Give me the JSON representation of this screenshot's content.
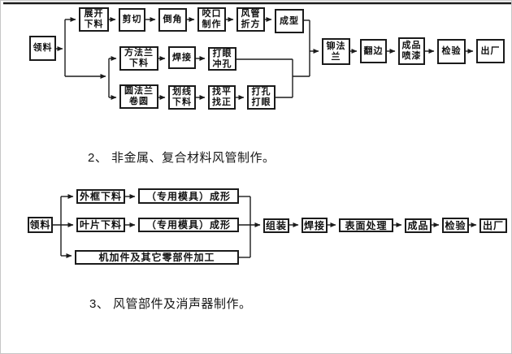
{
  "titles": {
    "section2": "2、 非金属、复合材料风管制作。",
    "section3": "3、 风管部件及消声器制作。"
  },
  "flow1": {
    "boxes": {
      "lingliao": "领料",
      "zhankai_xialiao": "展开\n下料",
      "jianqie": "剪切",
      "daojiao": "倒角",
      "yaokou_zhizuo": "咬口\n制作",
      "fengguan_zhefang": "风管\n折方",
      "chengxing": "成型",
      "fangfalan_xialiao": "方法兰\n下料",
      "hanjie": "焊接",
      "dayan_chongkong": "打眼\n冲孔",
      "yuanfalan_juanyuan": "圆法兰\n卷圆",
      "huaxian_xialiao": "划线\n下料",
      "zhaoping_zhaozheng": "找平\n找正",
      "dakong_dayan": "打孔\n打眼",
      "maofalan": "铆法\n兰",
      "fanbian": "翻边",
      "chengpin_penqi": "成品\n喷漆",
      "jianyan": "检验",
      "chuchang": "出厂"
    }
  },
  "flow2": {
    "boxes": {
      "lingliao": "领料",
      "waikuang_xialiao": "外框下料",
      "zhuanyong_muju_1": "（专用模具）成形",
      "yepian_xialiao": "叶片下料",
      "zhuanyong_muju_2": "（专用模具）成形",
      "jijiajian": "机加件及其它零部件加工",
      "zuzhuang": "组装",
      "hanjie": "焊接",
      "biaomian_chuli": "表面处理",
      "chengpin": "成品",
      "jianyan": "检验",
      "chuchang": "出厂"
    }
  },
  "colors": {
    "line": "#1b1b1b",
    "background": "#ffffff"
  }
}
